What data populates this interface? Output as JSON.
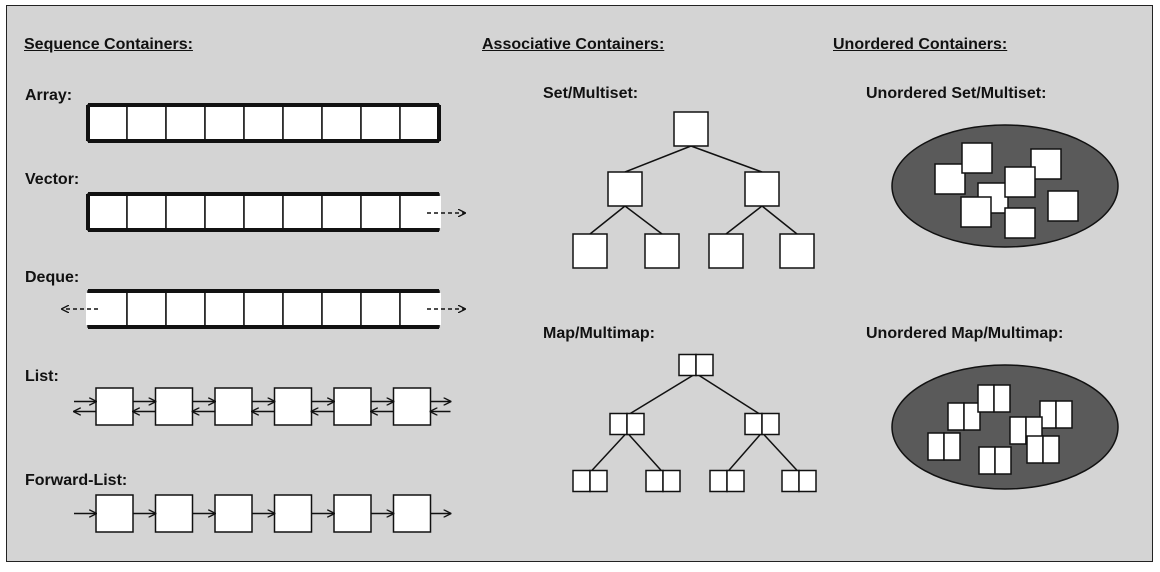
{
  "headers": {
    "sequence": "Sequence Containers:",
    "associative": "Associative Containers:",
    "unordered": "Unordered Containers:"
  },
  "labels": {
    "array": "Array:",
    "vector": "Vector:",
    "deque": "Deque:",
    "list": "List:",
    "forward_list": "Forward-List:",
    "set": "Set/Multiset:",
    "map": "Map/Multimap:",
    "unordered_set": "Unordered Set/Multiset:",
    "unordered_map": "Unordered Map/Multimap:"
  },
  "counts": {
    "array_cells": 9,
    "vector_cells": 9,
    "deque_cells": 9,
    "list_nodes": 6,
    "forward_list_nodes": 6
  },
  "colors": {
    "panel": "#d4d4d4",
    "cell": "#ffffff",
    "stroke": "#111111",
    "ellipse": "#5a5a5a"
  }
}
